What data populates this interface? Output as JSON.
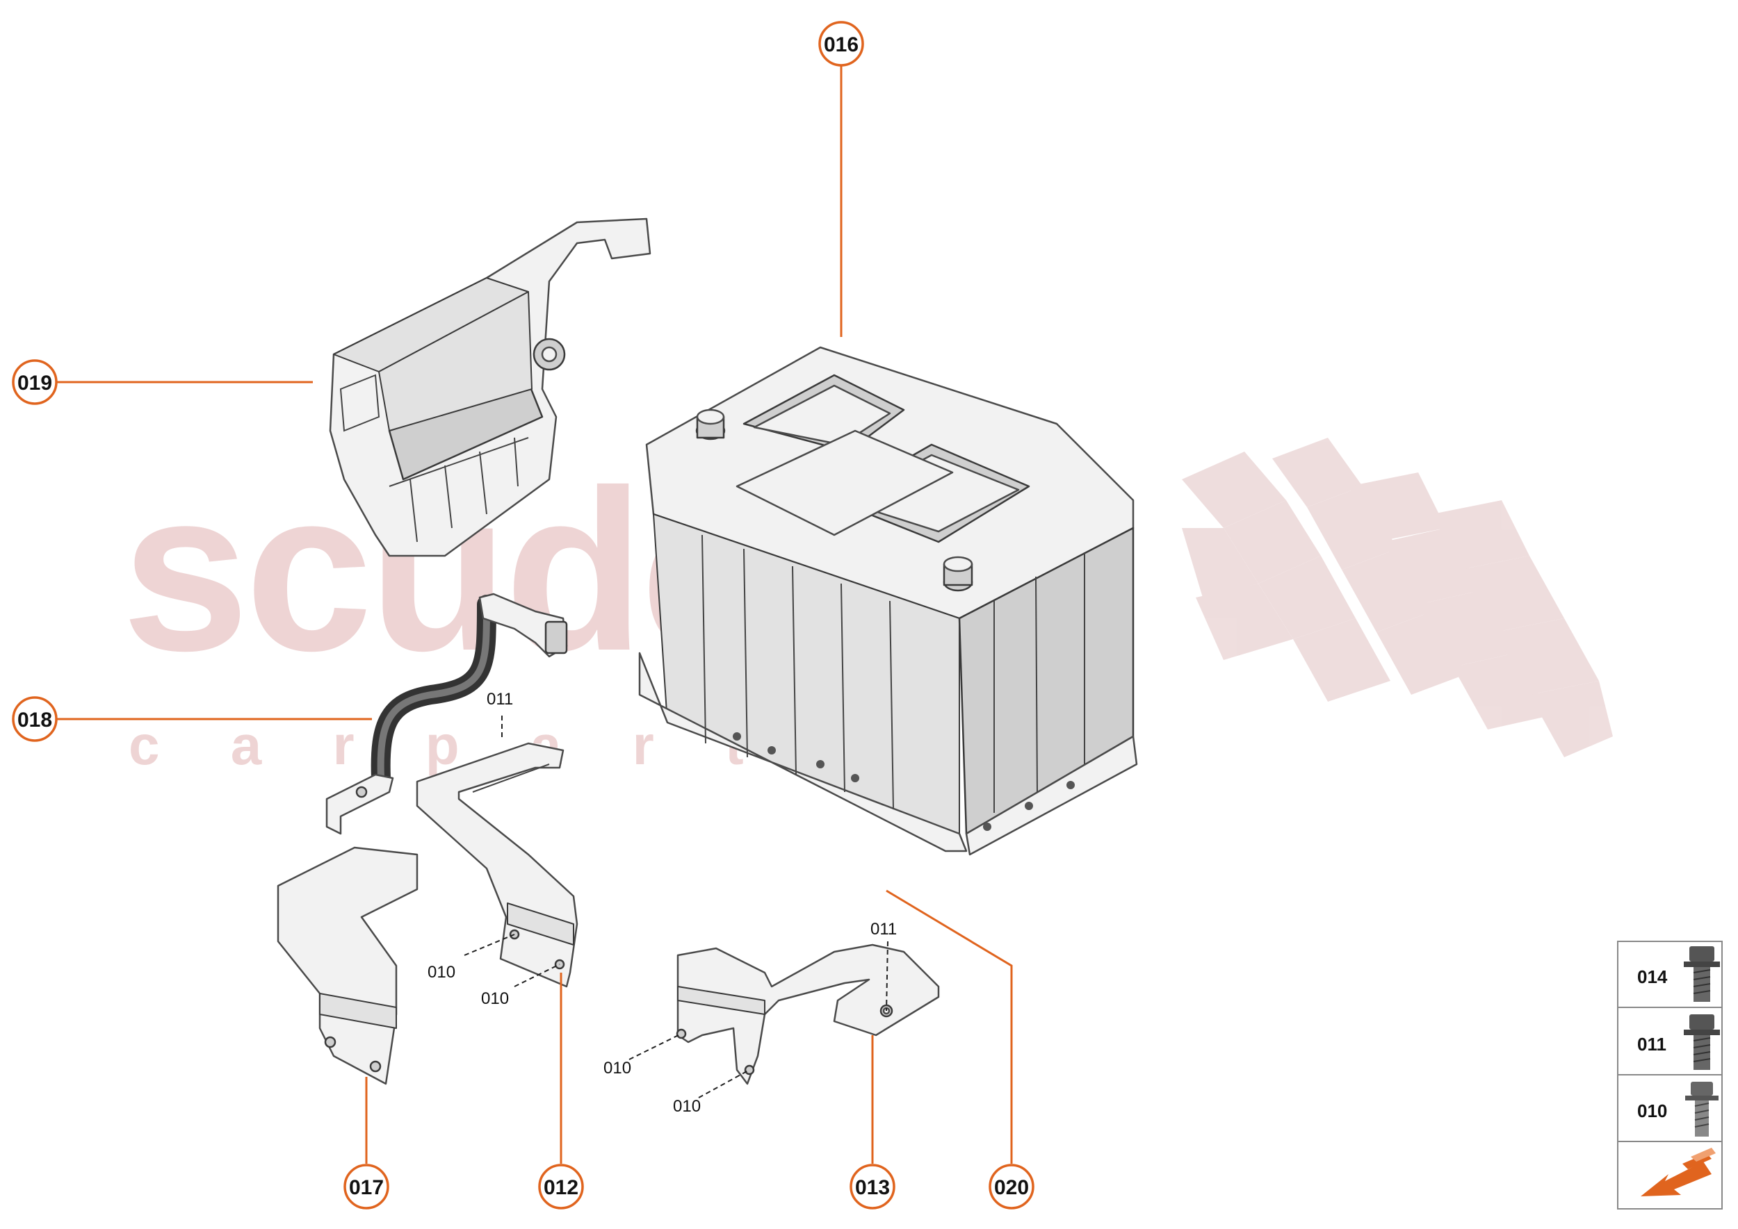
{
  "watermark": {
    "word": "scuderia",
    "subword": "c a r p a r t s"
  },
  "callouts": {
    "c016": "016",
    "c019": "019",
    "c018": "018",
    "c017": "017",
    "c012": "012",
    "c013": "013",
    "c020": "020"
  },
  "small_labels": {
    "l011_a": "011",
    "l010_a": "010",
    "l010_b": "010",
    "l011_b": "011",
    "l010_c": "010",
    "l010_d": "010"
  },
  "legend": {
    "items": [
      {
        "label": "014",
        "icon": "bolt-icon"
      },
      {
        "label": "011",
        "icon": "bolt-icon"
      },
      {
        "label": "010",
        "icon": "bolt-icon"
      }
    ],
    "nav_icon": "orange-arrow-icon"
  },
  "colors": {
    "accent": "#e0641e",
    "watermark": "#e9c6c6"
  }
}
